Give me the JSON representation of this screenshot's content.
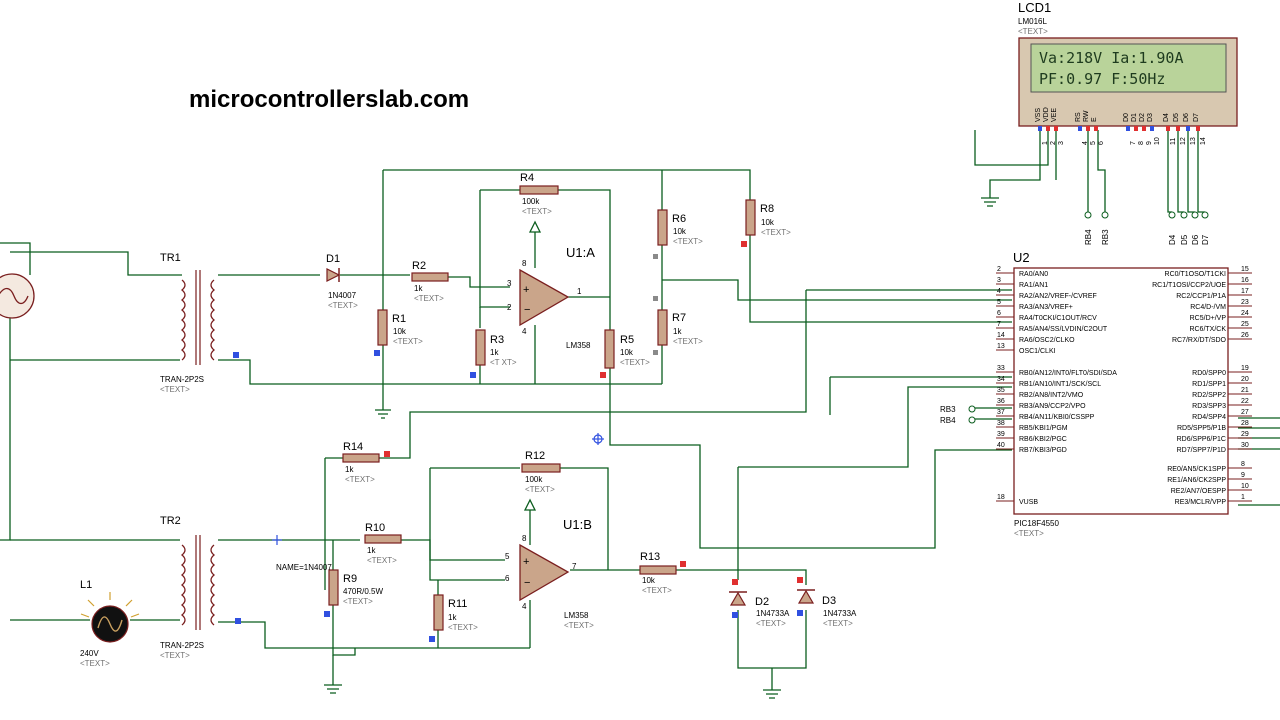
{
  "site_title": "microcontrollerslab.com",
  "lcd": {
    "ref": "LCD1",
    "part": "LM016L",
    "text_tag": "<TEXT>",
    "line1": "Va:218V Ia:1.90A",
    "line2": "PF:0.97 F:50Hz",
    "pins_top": [
      "VSS",
      "VDD",
      "VEE",
      "RS",
      "RW",
      "E",
      "D0",
      "D1",
      "D2",
      "D3",
      "D4",
      "D5",
      "D6",
      "D7"
    ],
    "pin_nums": [
      "1",
      "2",
      "3",
      "4",
      "5",
      "6",
      "7",
      "8",
      "9",
      "10",
      "11",
      "12",
      "13",
      "14"
    ],
    "net_labels": [
      "RB4",
      "RB3",
      "D4",
      "D5",
      "D6",
      "D7"
    ],
    "colors": {
      "bg": "#b9d39a",
      "text": "#1e3b1e"
    }
  },
  "components": {
    "tr1": {
      "ref": "TR1",
      "part": "TRAN-2P2S",
      "tag": "<TEXT>"
    },
    "tr2": {
      "ref": "TR2",
      "part": "TRAN-2P2S",
      "tag": "<TEXT>"
    },
    "d1": {
      "ref": "D1",
      "part": "1N4007",
      "tag": "<TEXT>"
    },
    "r1": {
      "ref": "R1",
      "val": "10k",
      "tag": "<TEXT>"
    },
    "r2": {
      "ref": "R2",
      "val": "1k",
      "tag": "<TEXT>"
    },
    "r3": {
      "ref": "R3",
      "val": "1k",
      "tag": "<T XT>"
    },
    "r4": {
      "ref": "R4",
      "val": "100k",
      "tag": "<TEXT>"
    },
    "r5": {
      "ref": "R5",
      "val": "10k",
      "tag": "<TEXT>"
    },
    "r6": {
      "ref": "R6",
      "val": "10k",
      "tag": "<TEXT>"
    },
    "r7": {
      "ref": "R7",
      "val": "1k",
      "tag": "<TEXT>"
    },
    "r8": {
      "ref": "R8",
      "val": "10k",
      "tag": "<TEXT>"
    },
    "u1a": {
      "ref": "U1:A",
      "part": "LM358",
      "pin_plus": "3",
      "pin_minus": "2",
      "pin_out": "1",
      "pin_v": "8",
      "pin_g": "4"
    },
    "u1b": {
      "ref": "U1:B",
      "part": "LM358",
      "tag": "<TEXT>",
      "pin_plus": "5",
      "pin_minus": "6",
      "pin_out": "7",
      "pin_v": "8",
      "pin_g": "4"
    },
    "r9": {
      "ref": "R9",
      "val": "470R/0.5W",
      "tag": "<TEXT>"
    },
    "r10": {
      "ref": "R10",
      "val": "1k",
      "tag": "<TEXT>"
    },
    "r11": {
      "ref": "R11",
      "val": "1k",
      "tag": "<TEXT>"
    },
    "r12": {
      "ref": "R12",
      "val": "100k",
      "tag": "<TEXT>"
    },
    "r13": {
      "ref": "R13",
      "val": "10k",
      "tag": "<TEXT>"
    },
    "r14": {
      "ref": "R14",
      "val": "1k",
      "tag": "<TEXT>"
    },
    "d2": {
      "ref": "D2",
      "part": "1N4733A",
      "tag": "<TEXT>"
    },
    "d3": {
      "ref": "D3",
      "part": "1N4733A",
      "tag": "<TEXT>"
    },
    "l1": {
      "ref": "L1",
      "val": "240V",
      "tag": "<TEXT>"
    },
    "name_label": "NAME=1N4007"
  },
  "mcu": {
    "ref": "U2",
    "part": "PIC18F4550",
    "tag": "<TEXT>",
    "left_pins": [
      {
        "num": "2",
        "name": "RA0/AN0"
      },
      {
        "num": "3",
        "name": "RA1/AN1"
      },
      {
        "num": "4",
        "name": "RA2/AN2/VREF-/CVREF"
      },
      {
        "num": "5",
        "name": "RA3/AN3/VREF+"
      },
      {
        "num": "6",
        "name": "RA4/T0CKI/C1OUT/RCV"
      },
      {
        "num": "7",
        "name": "RA5/AN4/SS/LVDIN/C2OUT"
      },
      {
        "num": "14",
        "name": "RA6/OSC2/CLKO"
      },
      {
        "num": "13",
        "name": "OSC1/CLKI"
      },
      {
        "num": "33",
        "name": "RB0/AN12/INT0/FLT0/SDI/SDA"
      },
      {
        "num": "34",
        "name": "RB1/AN10/INT1/SCK/SCL"
      },
      {
        "num": "35",
        "name": "RB2/AN8/INT2/VMO"
      },
      {
        "num": "36",
        "name": "RB3/AN9/CCP2/VPO"
      },
      {
        "num": "37",
        "name": "RB4/AN11/KBI0/CSSPP"
      },
      {
        "num": "38",
        "name": "RB5/KBI1/PGM"
      },
      {
        "num": "39",
        "name": "RB6/KBI2/PGC"
      },
      {
        "num": "40",
        "name": "RB7/KBI3/PGD"
      },
      {
        "num": "18",
        "name": "VUSB"
      }
    ],
    "right_pins": [
      {
        "num": "15",
        "name": "RC0/T1OSO/T1CKI"
      },
      {
        "num": "16",
        "name": "RC1/T1OSI/CCP2/UOE"
      },
      {
        "num": "17",
        "name": "RC2/CCP1/P1A"
      },
      {
        "num": "23",
        "name": "RC4/D-/VM"
      },
      {
        "num": "24",
        "name": "RC5/D+/VP"
      },
      {
        "num": "25",
        "name": "RC6/TX/CK"
      },
      {
        "num": "26",
        "name": "RC7/RX/DT/SDO"
      },
      {
        "num": "19",
        "name": "RD0/SPP0"
      },
      {
        "num": "20",
        "name": "RD1/SPP1"
      },
      {
        "num": "21",
        "name": "RD2/SPP2"
      },
      {
        "num": "22",
        "name": "RD3/SPP3"
      },
      {
        "num": "27",
        "name": "RD4/SPP4"
      },
      {
        "num": "28",
        "name": "RD5/SPP5/P1B"
      },
      {
        "num": "29",
        "name": "RD6/SPP6/P1C"
      },
      {
        "num": "30",
        "name": "RD7/SPP7/P1D"
      },
      {
        "num": "8",
        "name": "RE0/AN5/CK1SPP"
      },
      {
        "num": "9",
        "name": "RE1/AN6/CK2SPP"
      },
      {
        "num": "10",
        "name": "RE2/AN7/OESPP"
      },
      {
        "num": "1",
        "name": "RE3/MCLR/VPP"
      }
    ],
    "net_labels": [
      "RB3",
      "RB4"
    ]
  }
}
